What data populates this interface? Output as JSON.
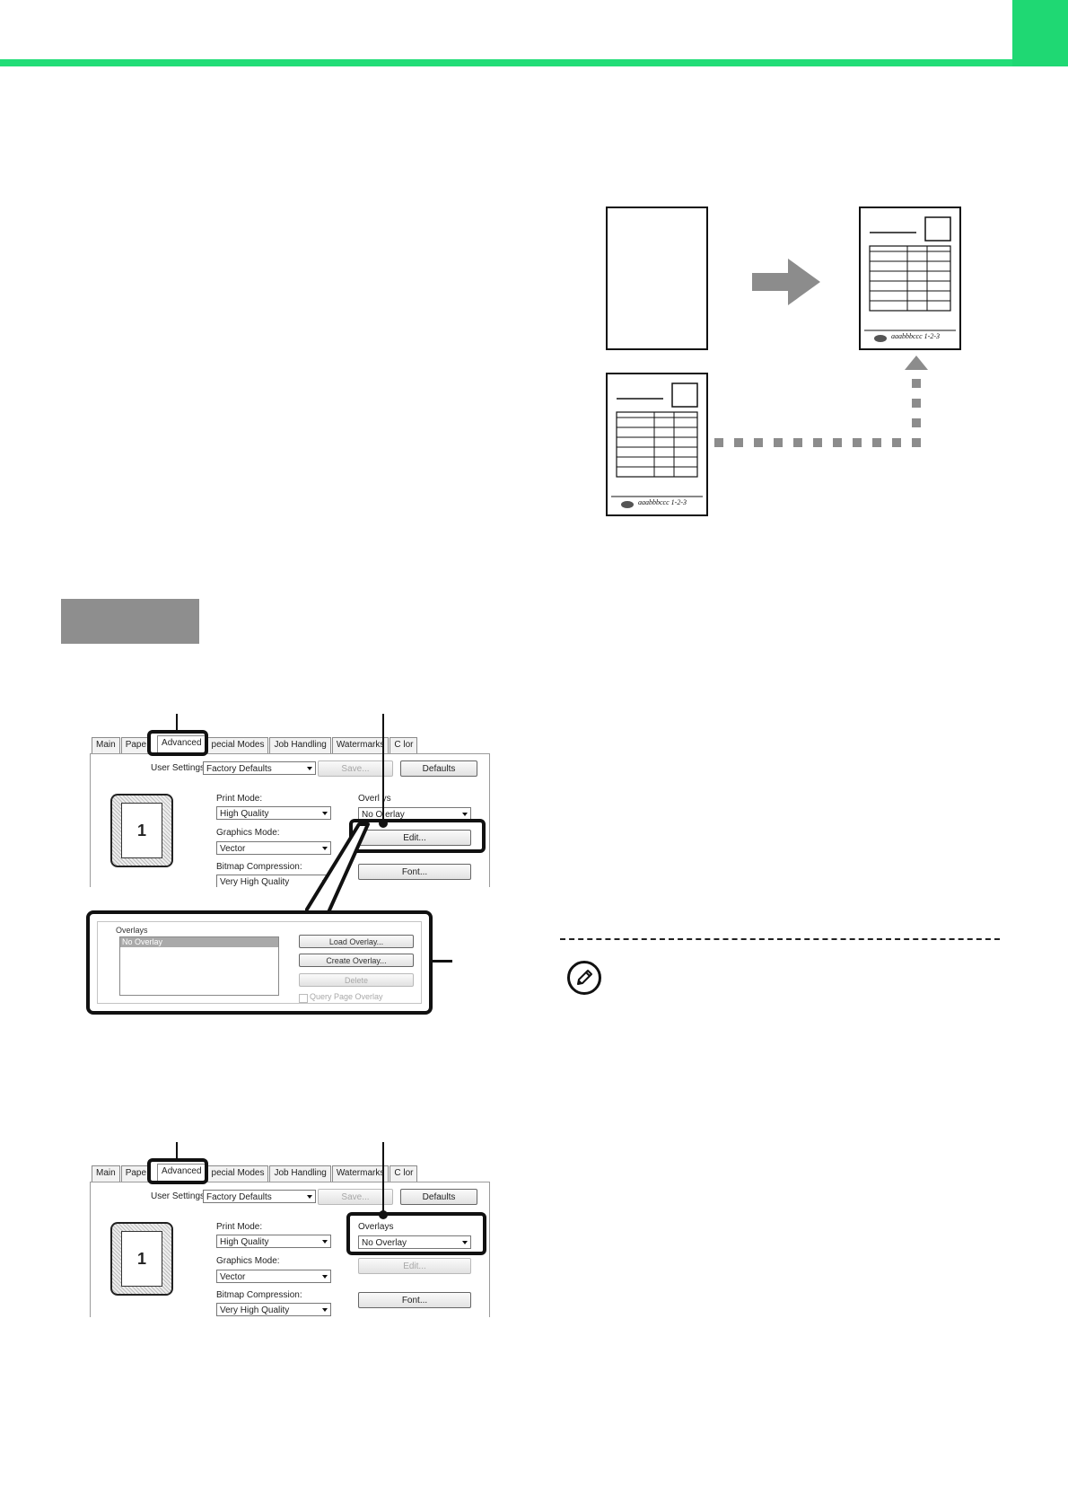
{
  "preview": {
    "page_number": "1"
  },
  "illustration": {
    "footer_text": "aaabbbccc 1-2-3"
  },
  "dialog1": {
    "tabs": [
      "Main",
      "Pape",
      "Advanced",
      "pecial Modes",
      "Job Handling",
      "Watermarks",
      "C lor"
    ],
    "user_settings_label": "User Settings:",
    "user_settings_value": "Factory Defaults",
    "save_label": "Save...",
    "defaults_label": "Defaults",
    "print_mode_label": "Print Mode:",
    "print_mode_value": "High Quality",
    "graphics_mode_label": "Graphics Mode:",
    "graphics_mode_value": "Vector",
    "bitmap_label": "Bitmap Compression:",
    "bitmap_value": "Very High Quality",
    "overlays_label": "Overl ys",
    "overlays_value": "No O erlay",
    "edit_label": "Edit...",
    "font_label": "Font..."
  },
  "overlay_popup": {
    "title": "Overlays",
    "list_item": "No Overlay",
    "load_label": "Load Overlay...",
    "create_label": "Create Overlay...",
    "delete_label": "Delete",
    "query_label": "Query Page Overlay"
  },
  "dialog2": {
    "tabs": [
      "Main",
      "Pape",
      "Advanced",
      "pecial Modes",
      "Job Handling",
      "Watermarks",
      "C lor"
    ],
    "user_settings_label": "User Settings:",
    "user_settings_value": "Factory Defaults",
    "save_label": "Save...",
    "defaults_label": "Defaults",
    "print_mode_label": "Print Mode:",
    "print_mode_value": "High Quality",
    "graphics_mode_label": "Graphics Mode:",
    "graphics_mode_value": "Vector",
    "bitmap_label": "Bitmap Compression:",
    "bitmap_value": "Very High Quality",
    "overlays_label": "Overlays",
    "overlays_value": "No Overlay",
    "edit_label": "Edit...",
    "font_label": "Font..."
  },
  "colors": {
    "accent": "#22dd77",
    "step_box": "#8e8e8e"
  },
  "icons": [
    "pencil-note-icon"
  ]
}
